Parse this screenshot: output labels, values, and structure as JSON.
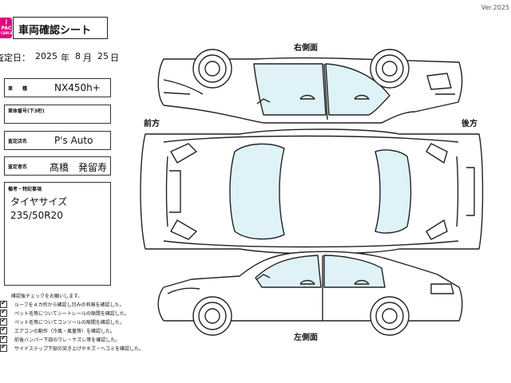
{
  "version": "Ver.2025",
  "logo": {
    "line1": "J",
    "line2": "PAC",
    "line3": "CARLIFE"
  },
  "title": "車両確認シート",
  "date": {
    "label": "査定日：",
    "year": "2025",
    "year_unit": "年",
    "month": "8",
    "month_unit": "月",
    "day": "25",
    "day_unit": "日"
  },
  "fields": [
    {
      "label": "車　　種",
      "value": "NX450h+"
    },
    {
      "label": "車体番号(下3桁)",
      "value": ""
    },
    {
      "label": "査定店名",
      "value": "P's Auto"
    },
    {
      "label": "査定者名",
      "value": "髙橋　発留寿"
    }
  ],
  "notes": {
    "label": "備考・特記事項",
    "line1": "タイヤサイズ",
    "line2": "235/50R20"
  },
  "checklist": {
    "header": "確認後チェックをお願いします。",
    "items": [
      {
        "text": "ルーフを４カ所から確認し凹みの有無を確認した。",
        "checked": true
      },
      {
        "text": "ペット毛等についてシートレールの隙間を確認した。",
        "checked": true
      },
      {
        "text": "ペット毛等についてコンソールの隙間を確認した。",
        "checked": true
      },
      {
        "text": "エアコンの動作（冷風・風量等）を確認した。",
        "checked": true
      },
      {
        "text": "前後バンパー下部のワレ・ケズレ等を確認した。",
        "checked": true
      },
      {
        "text": "サイドステップ下部の突き上げやキズ・ヘコミを確認した。",
        "checked": true
      }
    ]
  },
  "diagram": {
    "right_side": "右側面",
    "left_side": "左側面",
    "front": "前方",
    "rear": "後方",
    "glass_color": "#dff2f7"
  }
}
